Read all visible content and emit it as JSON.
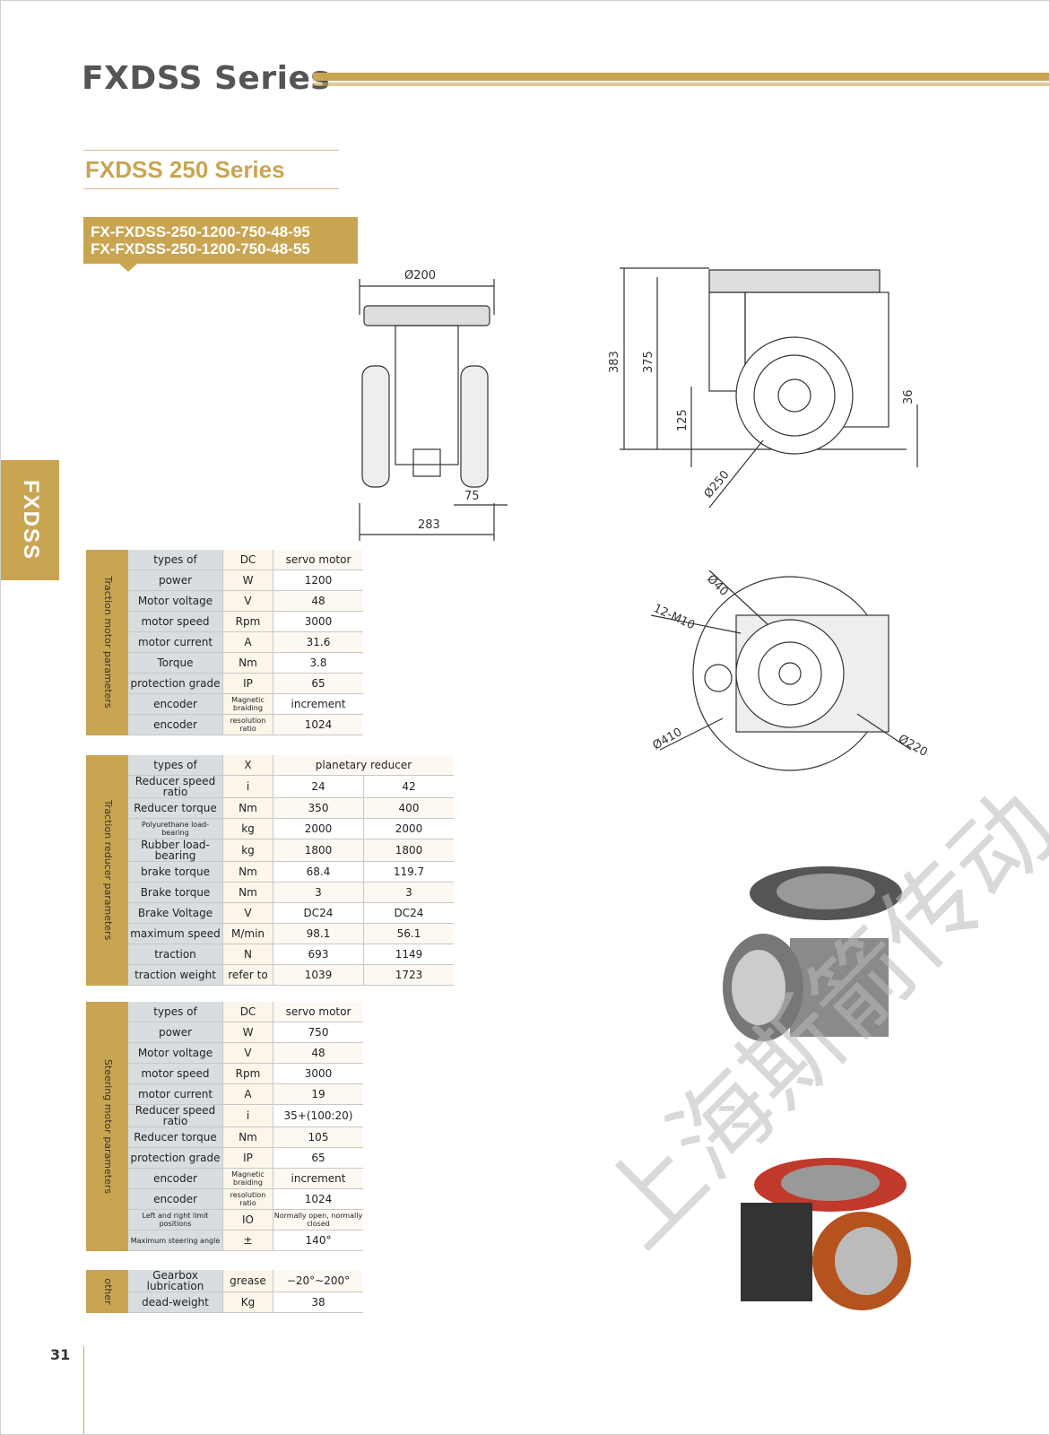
{
  "header": {
    "title": "FXDSS Series",
    "subtitle": "FXDSS 250 Series",
    "models": [
      "FX-FXDSS-250-1200-750-48-95",
      "FX-FXDSS-250-1200-750-48-55"
    ],
    "side_tab": "FXDSS"
  },
  "drawings": {
    "front": {
      "d1": "Ø200",
      "d2": "75",
      "d3": "283"
    },
    "side": {
      "h1": "383",
      "h2": "375",
      "h3": "125",
      "h4": "36",
      "d": "Ø250"
    },
    "top": {
      "d40": "Ø40",
      "m10": "12-M10",
      "d410": "Ø410",
      "d220": "Ø220"
    }
  },
  "watermark": "上海斯箭传动",
  "tables": {
    "traction_motor": {
      "label": "Traction motor parameters",
      "rows": [
        [
          "types of",
          "DC",
          "servo motor"
        ],
        [
          "power",
          "W",
          "1200"
        ],
        [
          "Motor voltage",
          "V",
          "48"
        ],
        [
          "motor speed",
          "Rpm",
          "3000"
        ],
        [
          "motor current",
          "A",
          "31.6"
        ],
        [
          "Torque",
          "Nm",
          "3.8"
        ],
        [
          "protection grade",
          "IP",
          "65"
        ],
        [
          "encoder",
          "Magnetic braiding",
          "increment"
        ],
        [
          "encoder",
          "resolution ratio",
          "1024"
        ]
      ]
    },
    "traction_reducer": {
      "label": "Traction reducer parameters",
      "header": [
        "types of",
        "X",
        "planetary reducer"
      ],
      "rows": [
        [
          "Reducer speed ratio",
          "i",
          "24",
          "42"
        ],
        [
          "Reducer torque",
          "Nm",
          "350",
          "400"
        ],
        [
          "Polyurethane load-bearing",
          "kg",
          "2000",
          "2000"
        ],
        [
          "Rubber load-bearing",
          "kg",
          "1800",
          "1800"
        ],
        [
          "brake torque",
          "Nm",
          "68.4",
          "119.7"
        ],
        [
          "Brake torque",
          "Nm",
          "3",
          "3"
        ],
        [
          "Brake Voltage",
          "V",
          "DC24",
          "DC24"
        ],
        [
          "maximum speed",
          "M/min",
          "98.1",
          "56.1"
        ],
        [
          "traction",
          "N",
          "693",
          "1149"
        ],
        [
          "traction weight",
          "refer to",
          "1039",
          "1723"
        ]
      ]
    },
    "steering_motor": {
      "label": "Steering motor parameters",
      "rows": [
        [
          "types of",
          "DC",
          "servo motor"
        ],
        [
          "power",
          "W",
          "750"
        ],
        [
          "Motor voltage",
          "V",
          "48"
        ],
        [
          "motor speed",
          "Rpm",
          "3000"
        ],
        [
          "motor current",
          "A",
          "19"
        ],
        [
          "Reducer speed ratio",
          "i",
          "35+(100:20)"
        ],
        [
          "Reducer torque",
          "Nm",
          "105"
        ],
        [
          "protection grade",
          "IP",
          "65"
        ],
        [
          "encoder",
          "Magnetic braiding",
          "increment"
        ],
        [
          "encoder",
          "resolution ratio",
          "1024"
        ],
        [
          "Left and right limit positions",
          "IO",
          "Normally open, normally closed"
        ],
        [
          "Maximum steering angle",
          "±",
          "140°"
        ]
      ]
    },
    "other": {
      "label": "other",
      "rows": [
        [
          "Gearbox lubrication",
          "grease",
          "−20°~200°"
        ],
        [
          "dead-weight",
          "Kg",
          "38"
        ]
      ]
    }
  },
  "page_number": "31"
}
